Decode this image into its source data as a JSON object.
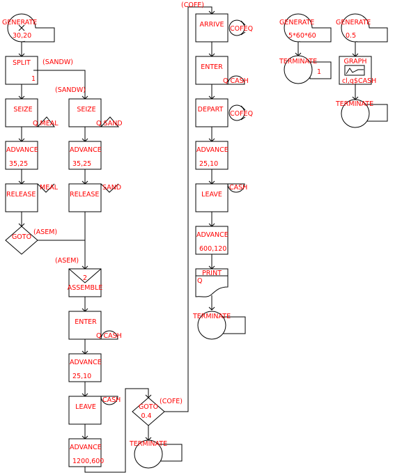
{
  "colors": {
    "text": "#ff0000",
    "lines": "#000000",
    "background": "#ffffff"
  },
  "col_a": {
    "generate": {
      "name": "GENERATE",
      "operand": "30,20"
    },
    "split": {
      "name": "SPLIT",
      "operand": "1",
      "dest": "(SANDW)"
    },
    "seize": {
      "name": "SEIZE",
      "operand": "Q MEAL"
    },
    "advance": {
      "name": "ADVANCE",
      "operand": "35,25"
    },
    "release": {
      "name": "RELEASE",
      "operand": "MEAL"
    },
    "goto": {
      "name": "GOTO",
      "dest": "(ASEM)"
    }
  },
  "col_b": {
    "label_sandw": "(SANDW)",
    "seize": {
      "name": "SEIZE",
      "operand": "Q SAND"
    },
    "advance": {
      "name": "ADVANCE",
      "operand": "35,25"
    },
    "release": {
      "name": "RELEASE",
      "operand": "SAND"
    },
    "label_asem": "(ASEM)",
    "assemble": {
      "name": "ASSEMBLE",
      "operand": "2"
    },
    "enter": {
      "name": "ENTER",
      "operand": "Q CASH"
    },
    "advance2": {
      "name": "ADVANCE",
      "operand": "25,10"
    },
    "leave": {
      "name": "LEAVE",
      "operand": "CASH"
    },
    "advance3": {
      "name": "ADVANCE",
      "operand": "1200,600"
    }
  },
  "col_goto2": {
    "goto": {
      "name": "GOTO",
      "operand": "0.4",
      "dest": "(COFE)"
    },
    "terminate": {
      "name": "TERMINATE"
    }
  },
  "col_c": {
    "label_cofe": "(COFE)",
    "arrive": {
      "name": "ARRIVE",
      "operand": "COFEQ"
    },
    "enter": {
      "name": "ENTER",
      "operand": "Q CASH"
    },
    "depart": {
      "name": "DEPART",
      "operand": "COFEQ"
    },
    "advance": {
      "name": "ADVANCE",
      "operand": "25,10"
    },
    "leave": {
      "name": "LEAVE",
      "operand": "CASH"
    },
    "advance2": {
      "name": "ADVANCE",
      "operand": "600,120"
    },
    "print": {
      "name": "PRINT",
      "operand": "Q"
    },
    "terminate": {
      "name": "TERMINATE"
    }
  },
  "col_d": {
    "generate": {
      "name": "GENERATE",
      "operand": "5*60*60"
    },
    "terminate": {
      "name": "TERMINATE",
      "operand": "1"
    }
  },
  "col_e": {
    "generate": {
      "name": "GENERATE",
      "operand": "0.5"
    },
    "graph": {
      "name": "GRAPH",
      "operand": "cl,q$CASH"
    },
    "terminate": {
      "name": "TERMINATE"
    }
  }
}
